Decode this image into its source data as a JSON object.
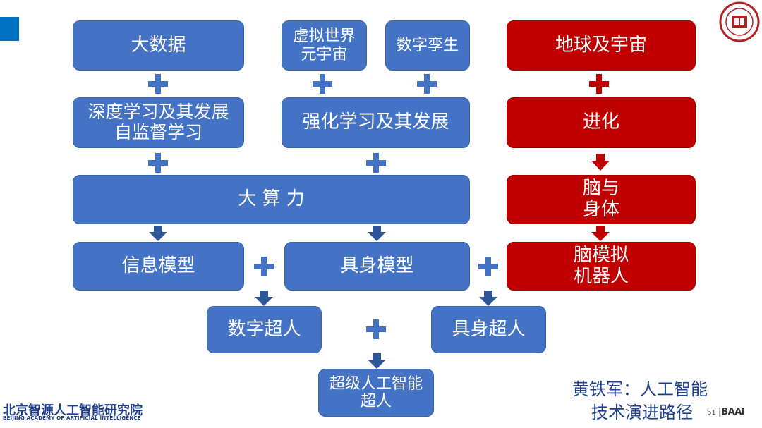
{
  "boxes": {
    "big_data": "大数据",
    "virtual_world": "虚拟世界\n元宇宙",
    "digital_twin": "数字孪生",
    "earth_universe": "地球及宇宙",
    "deep_learning": "深度学习及其发展\n自监督学习",
    "reinforcement": "强化学习及其发展",
    "evolution": "进化",
    "compute": "大 算 力",
    "brain_body": "脑与\n身体",
    "info_model": "信息模型",
    "embodied_model": "具身模型",
    "brain_robot": "脑模拟\n机器人",
    "digital_super": "数字超人",
    "embodied_super": "具身超人",
    "super_ai": "超级人工智能\n超人"
  },
  "footer": {
    "org_cn": "北京智源人工智能研究院",
    "org_en": "BEIJING ACADEMY OF ARTIFICIAL INTELLIGENCE",
    "caption_line1": "黄铁军：人工智能",
    "caption_line2": "技术演进路径",
    "page_number": "61",
    "brand": "|BAAI"
  },
  "colors": {
    "blue_box": "#4472c4",
    "red_box": "#c00000",
    "connector_blue": "#2e5597",
    "connector_red": "#c00000"
  }
}
